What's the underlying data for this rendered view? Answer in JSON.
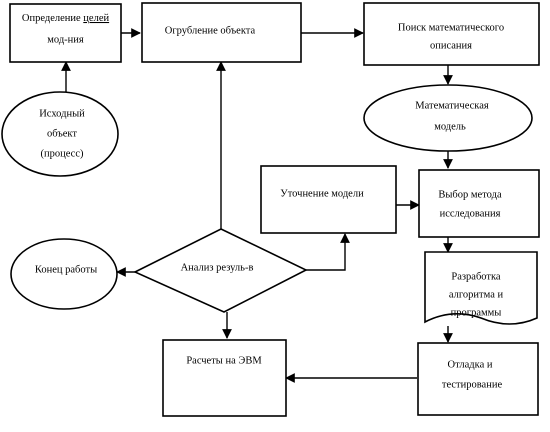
{
  "diagram": {
    "nodes": {
      "goals": {
        "lines": [
          "Определение ",
          "целей",
          "мод-ния"
        ],
        "underline_word": "целей"
      },
      "source": {
        "lines": [
          "Исходный",
          "объект",
          "(процесс)"
        ]
      },
      "coarsen": {
        "lines": [
          "Огрубление объекта"
        ]
      },
      "search": {
        "lines": [
          "Поиск математического",
          "описания"
        ]
      },
      "mathmodel": {
        "lines": [
          "Математическая",
          "модель"
        ]
      },
      "refine": {
        "lines": [
          "Уточнение  модели"
        ]
      },
      "method": {
        "lines": [
          "Выбор метода",
          "исследования"
        ]
      },
      "analysis": {
        "lines": [
          "Анализ резуль-в"
        ]
      },
      "end": {
        "lines": [
          "Конец работы"
        ]
      },
      "algorithm": {
        "lines": [
          "Разработка",
          "алгоритма и",
          "программы"
        ]
      },
      "debug": {
        "lines": [
          "Отладка и",
          "тестирование"
        ]
      },
      "compute": {
        "lines": [
          "Расчеты на ЭВМ"
        ]
      }
    }
  }
}
